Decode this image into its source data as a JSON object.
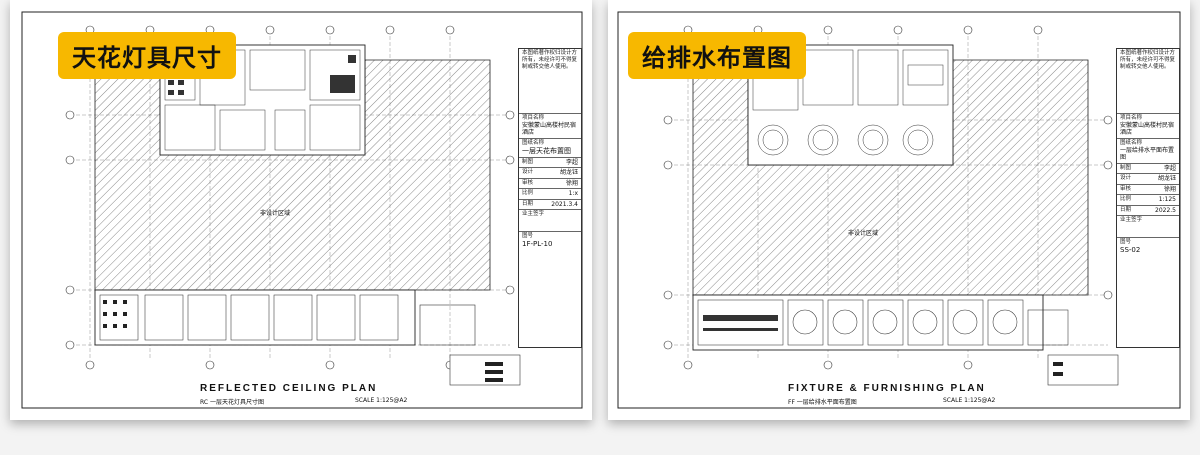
{
  "panels": [
    {
      "badge": "天花灯具尺寸",
      "title": "REFLECTED CEILING PLAN",
      "subtitle": "RC 一层天花灯具尺寸图",
      "scale": "SCALE 1:125@A2",
      "hatch_label": "非设计区域",
      "title_block": {
        "note": "本图纸著作权归设计方所有，未经许可不得复制或转交他人使用。",
        "project_label": "项目名称",
        "project": "安徽蒙山高楼村民宿酒店",
        "drawing_label": "图纸名称",
        "drawing": "一层天花布置图",
        "drawn_label": "制图",
        "drawn": "李超",
        "design_label": "设计",
        "design": "胡龙钰",
        "check_label": "审核",
        "check": "徐翔",
        "scale_label": "比例",
        "scale": "1:x",
        "date_label": "日期",
        "date": "2021.3.4",
        "sign_label": "业主签字",
        "drawing_no_label": "图号",
        "drawing_no": "1F-PL-10"
      }
    },
    {
      "badge": "给排水布置图",
      "title": "FIXTURE & FURNISHING PLAN",
      "subtitle": "FF 一层给排水平面布置图",
      "scale": "SCALE 1:125@A2",
      "hatch_label": "非设计区域",
      "title_block": {
        "note": "本图纸著作权归设计方所有，未经许可不得复制或转交他人使用。",
        "project_label": "项目名称",
        "project": "安徽蒙山高楼村民宿酒店",
        "drawing_label": "图纸名称",
        "drawing": "一层给排水平面布置图",
        "drawn_label": "制图",
        "drawn": "李超",
        "design_label": "设计",
        "design": "胡龙钰",
        "check_label": "审核",
        "check": "徐翔",
        "scale_label": "比例",
        "scale": "1:125",
        "date_label": "日期",
        "date": "2022.5",
        "sign_label": "业主签字",
        "drawing_no_label": "图号",
        "drawing_no": "SS-02"
      }
    }
  ],
  "colors": {
    "badge": "#f7b800",
    "line": "#222222",
    "hatch": "#555555"
  }
}
